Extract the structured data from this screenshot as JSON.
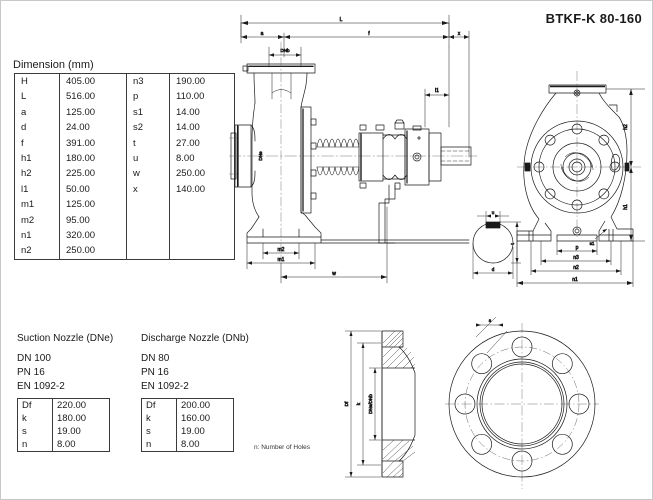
{
  "model": {
    "title": "BTKF-K 80-160"
  },
  "dimension_table": {
    "title": "Dimension (mm)",
    "rows": [
      {
        "k1": "H",
        "v1": "405.00",
        "k2": "n3",
        "v2": "190.00"
      },
      {
        "k1": "L",
        "v1": "516.00",
        "k2": "p",
        "v2": "110.00"
      },
      {
        "k1": "a",
        "v1": "125.00",
        "k2": "s1",
        "v2": "14.00"
      },
      {
        "k1": "d",
        "v1": "24.00",
        "k2": "s2",
        "v2": "14.00"
      },
      {
        "k1": "f",
        "v1": "391.00",
        "k2": "t",
        "v2": "27.00"
      },
      {
        "k1": "h1",
        "v1": "180.00",
        "k2": "u",
        "v2": "8.00"
      },
      {
        "k1": "h2",
        "v1": "225.00",
        "k2": "w",
        "v2": "250.00"
      },
      {
        "k1": "l1",
        "v1": "50.00",
        "k2": "x",
        "v2": "140.00"
      },
      {
        "k1": "m1",
        "v1": "125.00",
        "k2": "",
        "v2": ""
      },
      {
        "k1": "m2",
        "v1": "95.00",
        "k2": "",
        "v2": ""
      },
      {
        "k1": "n1",
        "v1": "320.00",
        "k2": "",
        "v2": ""
      },
      {
        "k1": "n2",
        "v1": "250.00",
        "k2": "",
        "v2": ""
      }
    ]
  },
  "suction_nozzle": {
    "title": "Suction Nozzle (DNe)",
    "dn": "DN 100",
    "pn": "PN 16",
    "standard": "EN 1092-2",
    "rows": [
      {
        "k": "Df",
        "v": "220.00"
      },
      {
        "k": "k",
        "v": "180.00"
      },
      {
        "k": "s",
        "v": "19.00"
      },
      {
        "k": "n",
        "v": "8.00"
      }
    ]
  },
  "discharge_nozzle": {
    "title": "Discharge Nozzle (DNb)",
    "dn": "DN 80",
    "pn": "PN 16",
    "standard": "EN 1092-2",
    "rows": [
      {
        "k": "Df",
        "v": "200.00"
      },
      {
        "k": "k",
        "v": "160.00"
      },
      {
        "k": "s",
        "v": "19.00"
      },
      {
        "k": "n",
        "v": "8.00"
      }
    ]
  },
  "notes": {
    "holes": "n: Number of Holes"
  },
  "side_view_labels": {
    "L": "L",
    "a": "a",
    "f": "f",
    "x": "x",
    "DNb": "DNb",
    "DNe": "DNe",
    "l1": "l1",
    "m1": "m1",
    "m2": "m2",
    "w": "w"
  },
  "front_view_labels": {
    "h2": "h2",
    "h1": "h1",
    "p": "p",
    "n3": "n3",
    "n2": "n2",
    "n1": "n1",
    "s1": "s1"
  },
  "shaft_detail_labels": {
    "u": "u",
    "t": "t",
    "d": "d"
  },
  "flange_detail_labels": {
    "Df": "Df",
    "k": "k",
    "bore": "DNe/DNb",
    "s": "s"
  },
  "colors": {
    "line": "#1a1a1a",
    "text": "#1a1a1a",
    "background": "#ffffff",
    "border": "#3a3a3a"
  }
}
